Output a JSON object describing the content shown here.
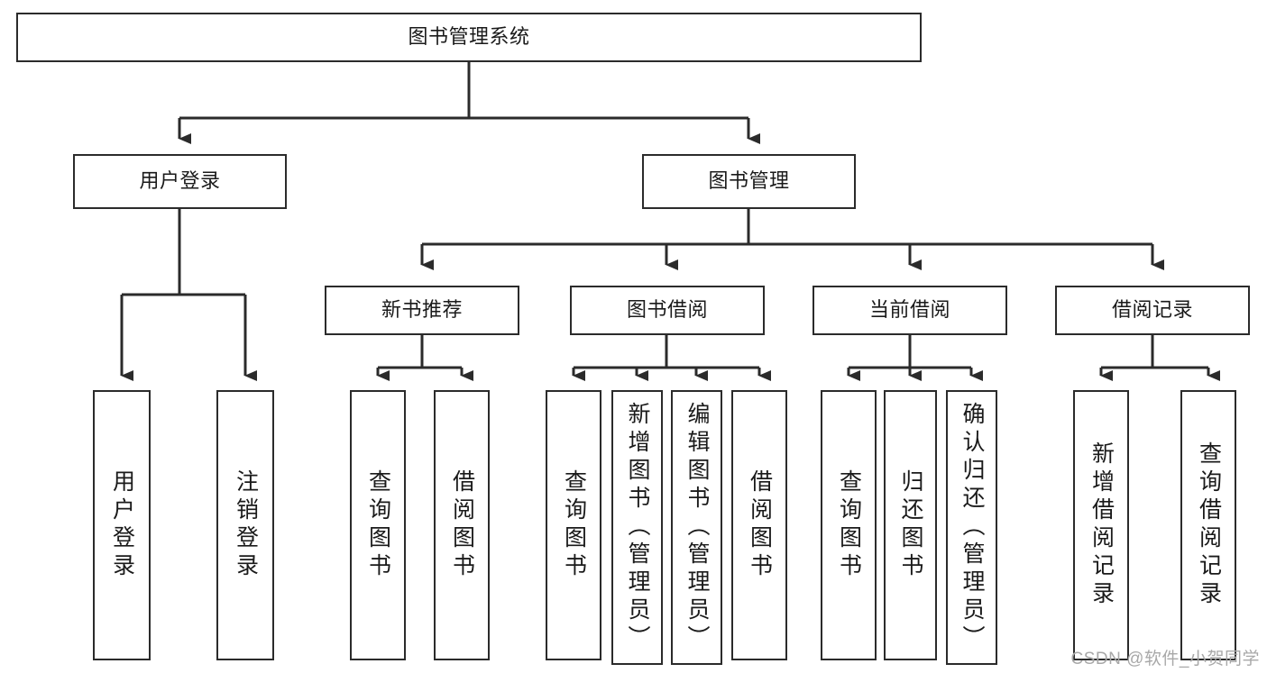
{
  "diagram": {
    "title": "图书管理系统",
    "type": "tree-hierarchy-chart",
    "watermark": "CSDN @软件_小贺同学",
    "colors": {
      "stroke": "#2b2b2b",
      "fill": "#ffffff",
      "text": "#1a1a1a",
      "watermark": "#a8a8a8"
    },
    "nodes": {
      "root": {
        "label": "图书管理系统"
      },
      "level2": [
        {
          "id": "user-login",
          "label": "用户登录"
        },
        {
          "id": "book-management",
          "label": "图书管理"
        }
      ],
      "level3": [
        {
          "id": "new-book-recommend",
          "label": "新书推荐"
        },
        {
          "id": "book-borrow",
          "label": "图书借阅"
        },
        {
          "id": "current-borrow",
          "label": "当前借阅"
        },
        {
          "id": "borrow-record",
          "label": "借阅记录"
        }
      ],
      "leaves": [
        {
          "id": "leaf-user-login",
          "label": "用户登录",
          "parent": "user-login"
        },
        {
          "id": "leaf-logout-login",
          "label": "注销登录",
          "parent": "user-login"
        },
        {
          "id": "leaf-query-book-1",
          "label": "查询图书",
          "parent": "new-book-recommend"
        },
        {
          "id": "leaf-borrow-book-1",
          "label": "借阅图书",
          "parent": "new-book-recommend"
        },
        {
          "id": "leaf-query-book-2",
          "label": "查询图书",
          "parent": "book-borrow"
        },
        {
          "id": "leaf-add-book-admin",
          "label": "新增图书（管理员）",
          "parent": "book-borrow"
        },
        {
          "id": "leaf-edit-book-admin",
          "label": "编辑图书（管理员）",
          "parent": "book-borrow"
        },
        {
          "id": "leaf-borrow-book-2",
          "label": "借阅图书",
          "parent": "book-borrow"
        },
        {
          "id": "leaf-query-book-3",
          "label": "查询图书",
          "parent": "current-borrow"
        },
        {
          "id": "leaf-return-book",
          "label": "归还图书",
          "parent": "current-borrow"
        },
        {
          "id": "leaf-confirm-return-admin",
          "label": "确认归还（管理员）",
          "parent": "current-borrow"
        },
        {
          "id": "leaf-add-borrow-record",
          "label": "新增借阅记录",
          "parent": "borrow-record"
        },
        {
          "id": "leaf-query-borrow-record",
          "label": "查询借阅记录",
          "parent": "borrow-record"
        }
      ]
    }
  }
}
